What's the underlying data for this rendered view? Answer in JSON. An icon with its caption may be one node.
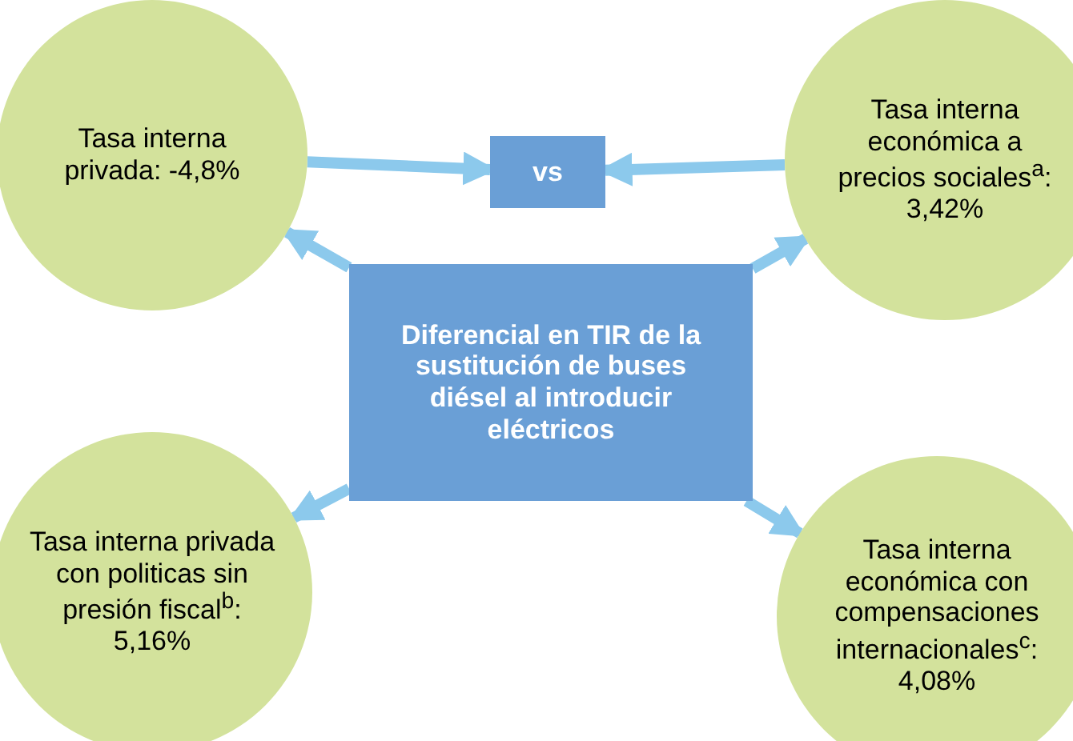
{
  "diagram": {
    "nodes": [
      {
        "text": [
          "Tasa interna privada: -4,8%"
        ]
      },
      {
        "text": [
          "vs"
        ]
      },
      {
        "text": [
          "Tasa interna económica a precios sociales$^{a}$: 3,42%"
        ]
      },
      {
        "text": [
          "Diferencial en TIR de la sustitución de buses diésel al introducir eléctricos"
        ]
      },
      {
        "text": [
          "Tasa interna privada con politicas sin presión fiscal$^{b}$: 5,16%"
        ]
      },
      {
        "text": [
          "Tasa interna económica con compensaciones internacionales$^{c}$: 4,08%"
        ]
      }
    ],
    "edges": [
      {
        "from": 0,
        "to": 1,
        "arrow": "to"
      },
      {
        "from": 2,
        "to": 1,
        "arrow": "to"
      },
      {
        "from": 3,
        "to": 0,
        "arrow": "to"
      },
      {
        "from": 3,
        "to": 2,
        "arrow": "to"
      },
      {
        "from": 3,
        "to": 4,
        "arrow": "to"
      },
      {
        "from": 3,
        "to": 5,
        "arrow": "to"
      }
    ]
  }
}
